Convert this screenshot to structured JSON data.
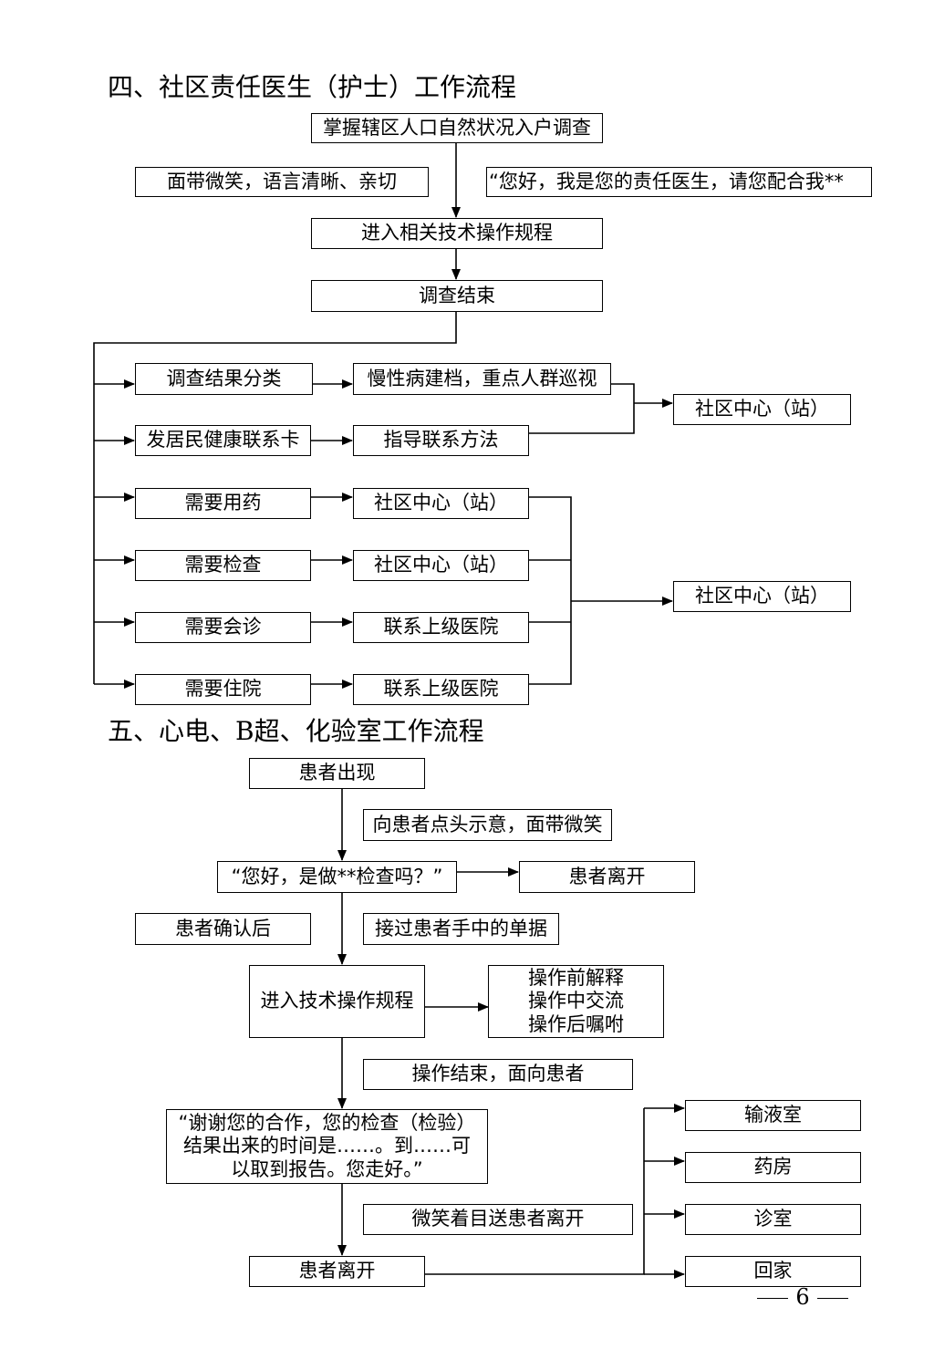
{
  "section4": {
    "title": "四、社区责任医生（护士）工作流程",
    "start": "掌握辖区人口自然状况入户调查",
    "note_left": "面带微笑，语言清晰、亲切",
    "note_right": "“您好，我是您的责任医生，请您配合我**",
    "procedure": "进入相关技术操作规程",
    "survey_end": "调查结束",
    "rows": [
      {
        "left": "调查结果分类",
        "right": "慢性病建档，重点人群巡视"
      },
      {
        "left": "发居民健康联系卡",
        "right": "指导联系方法"
      },
      {
        "left": "需要用药",
        "right": "社区中心（站）"
      },
      {
        "left": "需要检查",
        "right": "社区中心（站）"
      },
      {
        "left": "需要会诊",
        "right": "联系上级医院"
      },
      {
        "left": "需要住院",
        "right": "联系上级医院"
      }
    ],
    "target_top": "社区中心（站）",
    "target_bottom": "社区中心（站）"
  },
  "section5": {
    "title": "五、心电、B超、化验室工作流程",
    "patient_appear": "患者出现",
    "nod": "向患者点头示意，面带微笑",
    "greeting": "“您好，是做**检查吗？”",
    "patient_leave_1": "患者离开",
    "confirm": "患者确认后",
    "receive_form": "接过患者手中的单据",
    "procedure": "进入技术操作规程",
    "explain": [
      "操作前解释",
      "操作中交流",
      "操作后嘱咐"
    ],
    "op_end": "操作结束，面向患者",
    "thanks": [
      "“谢谢您的合作，您的检查（检验）",
      "结果出来的时间是……。到……可",
      "以取到报告。您走好。”"
    ],
    "smile_off": "微笑着目送患者离开",
    "patient_leave_2": "患者离开",
    "destinations": [
      "输液室",
      "药房",
      "诊室",
      "回家"
    ]
  },
  "page_number": "6"
}
